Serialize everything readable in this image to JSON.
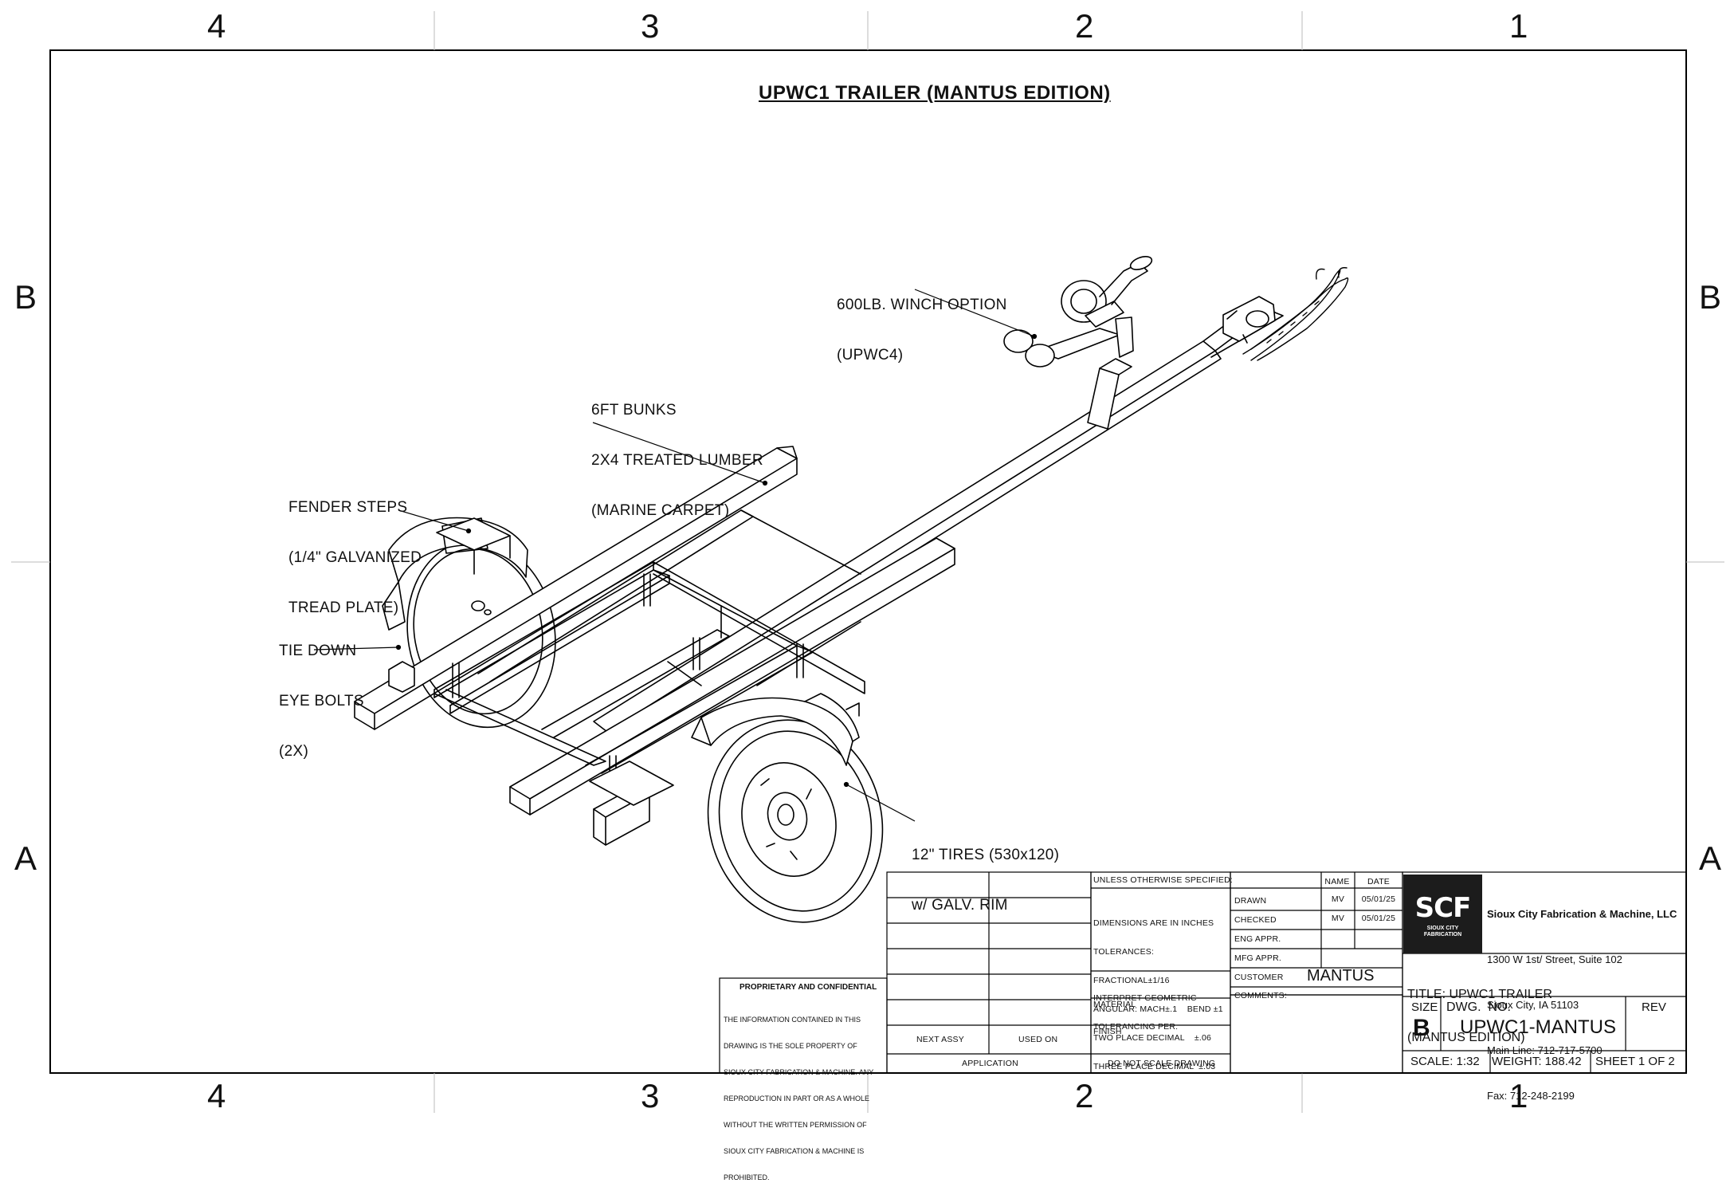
{
  "zones": {
    "columns": [
      "4",
      "3",
      "2",
      "1"
    ],
    "rows": [
      "B",
      "A"
    ]
  },
  "drawing_title": "UPWC1 TRAILER (MANTUS EDITION)",
  "callouts": {
    "winch": [
      "600LB. WINCH OPTION",
      "(UPWC4)"
    ],
    "bunks": [
      "6FT BUNKS",
      "2X4 TREATED LUMBER",
      "(MARINE CARPET)"
    ],
    "fender_steps": [
      "FENDER STEPS",
      "(1/4\" GALVANIZED",
      "TREAD PLATE)"
    ],
    "tie_down": [
      "TIE DOWN",
      "EYE BOLTS",
      "(2X)"
    ],
    "tires": [
      "12\" TIRES (530x120)",
      "w/ GALV. RIM"
    ]
  },
  "proprietary": {
    "heading": "PROPRIETARY AND CONFIDENTIAL",
    "lines": [
      "THE INFORMATION CONTAINED IN THIS",
      "DRAWING IS THE SOLE PROPERTY OF",
      "SIOUX CITY FABRICATION & MACHINE. ANY",
      "REPRODUCTION IN PART OR AS A WHOLE",
      "WITHOUT THE WRITTEN PERMISSION OF",
      "SIOUX CITY FABRICATION & MACHINE IS",
      "PROHIBITED."
    ]
  },
  "title_block": {
    "next_assy": "NEXT ASSY",
    "used_on": "USED ON",
    "application": "APPLICATION",
    "unless": "UNLESS OTHERWISE SPECIFIED:",
    "dims": [
      "DIMENSIONS ARE IN INCHES",
      "TOLERANCES:",
      "FRACTIONAL±1/16",
      "ANGULAR: MACH±.1    BEND ±1",
      "TWO PLACE DECIMAL    ±.06",
      "THREE PLACE DECIMAL  ±.03"
    ],
    "interpret": [
      "INTERPRET GEOMETRIC",
      "TOLERANCING PER:"
    ],
    "material": "MATERIAL",
    "finish": "FINISH",
    "do_not_scale": "DO NOT SCALE DRAWING",
    "name_header": "NAME",
    "date_header": "DATE",
    "drawn": "DRAWN",
    "drawn_name": "MV",
    "drawn_date": "05/01/25",
    "checked": "CHECKED",
    "checked_name": "MV",
    "checked_date": "05/01/25",
    "eng_appr": "ENG APPR.",
    "mfg_appr": "MFG APPR.",
    "customer": "CUSTOMER",
    "customer_value": "MANTUS",
    "comments": "COMMENTS:",
    "logo_text": "SCF",
    "logo_sub": [
      "SIOUX CITY",
      "FABRICATION"
    ],
    "company": "Sioux City Fabrication & Machine, LLC",
    "address1": "1300 W 1st/ Street, Suite 102",
    "address2": "Sioux City, IA 51103",
    "main_line": "Main Line: 712-717-5700",
    "fax": "Fax: 712-248-2199",
    "title_label": "TITLE: UPWC1 TRAILER",
    "title_line2": "(MANTUS EDITION)",
    "size_label": "SIZE",
    "size_value": "B",
    "dwg_no_label": "DWG.  NO.",
    "dwg_no": "UPWC1-MANTUS",
    "rev_label": "REV",
    "scale": "SCALE: 1:32",
    "weight": "WEIGHT: 188.42",
    "sheet": "SHEET 1 OF 2"
  }
}
